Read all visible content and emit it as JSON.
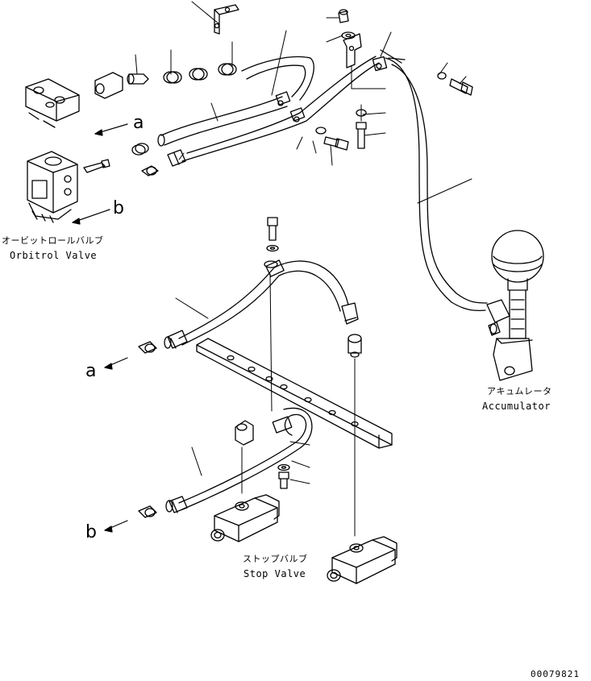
{
  "labels": {
    "orbitrol_jp": "オービットロールバルブ",
    "orbitrol_en": "Orbitrol Valve",
    "accumulator_jp": "アキュムレータ",
    "accumulator_en": "Accumulator",
    "stop_valve_jp": "ストップバルブ",
    "stop_valve_en": "Stop Valve",
    "ref_a_top": "a",
    "ref_b_top": "b",
    "ref_a_bottom": "a",
    "ref_b_bottom": "b",
    "drawing_number": "00079821"
  }
}
